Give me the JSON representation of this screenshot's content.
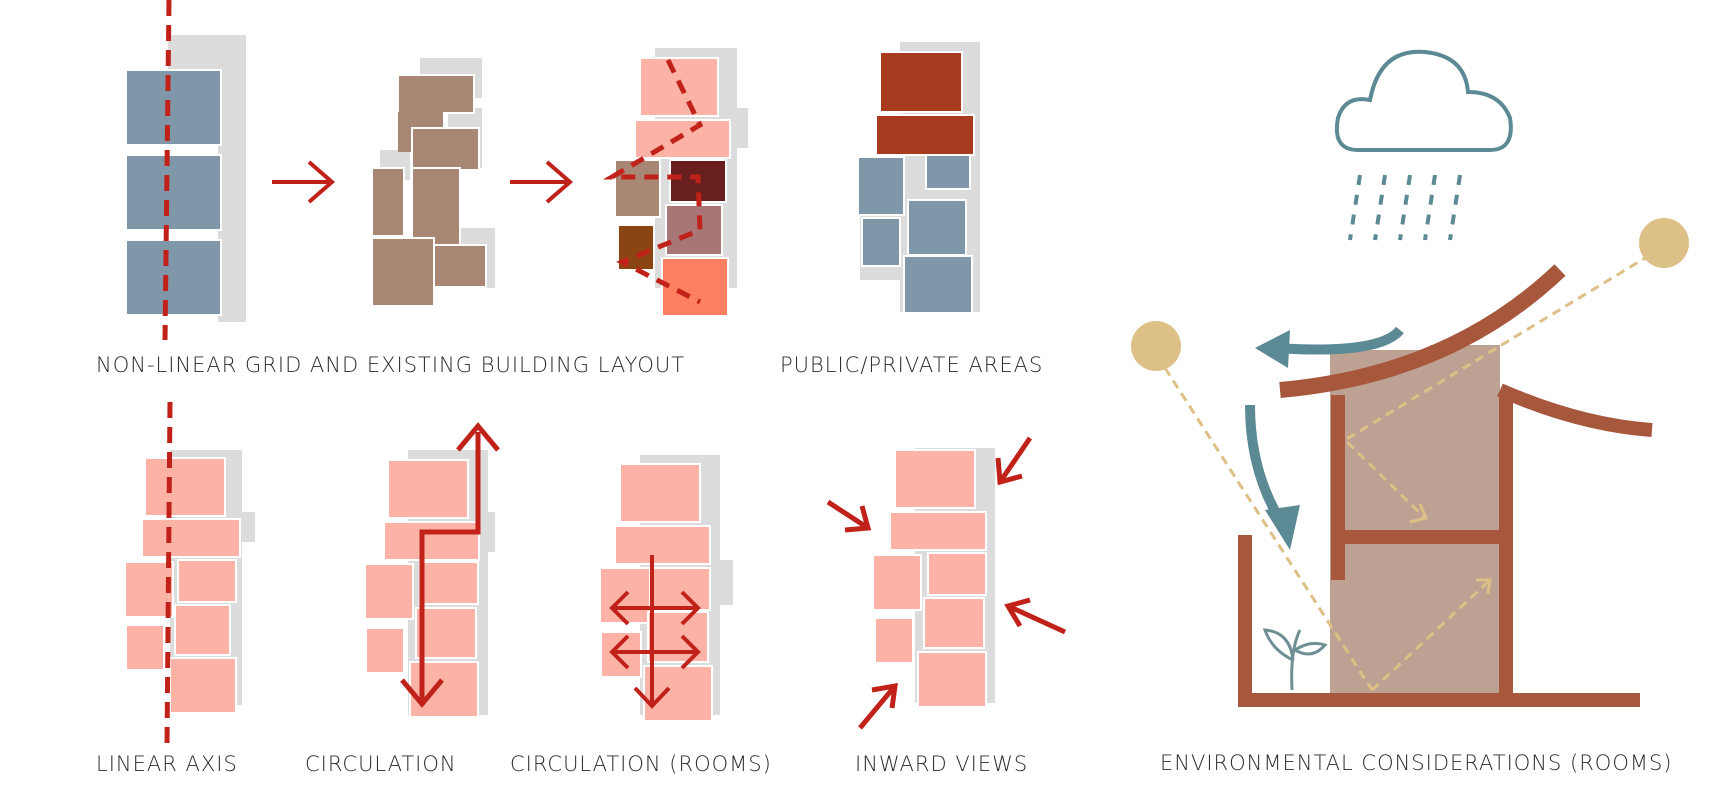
{
  "captions": {
    "grid": "NON-LINEAR GRID AND EXISTING BUILDING LAYOUT",
    "public_private": "PUBLIC/PRIVATE AREAS",
    "linear_axis": "LINEAR AXIS",
    "circulation": "CIRCULATION",
    "circulation_rooms": "CIRCULATION (ROOMS)",
    "inward_views": "INWARD VIEWS",
    "environmental": "ENVIRONMENTAL CONSIDERATIONS (ROOMS)"
  },
  "colors": {
    "axis_red": "#c0221a",
    "slate_blue": "#7f97a8",
    "shadow_gray": "#dcdcdc",
    "taupe": "#a98775",
    "salmon": "#fdb2a6",
    "rust": "#a83a20",
    "dark_maroon": "#6a1f1f",
    "mauve": "#a97676",
    "brown": "#8b4513",
    "coral": "#ff7f62",
    "teal": "#5b8a94",
    "roof_brown": "#a6573c",
    "interior_taupe": "#bda193",
    "sun_gold": "#dcc086"
  },
  "icons": [
    "rain-cloud-icon",
    "sun-icon",
    "plant-icon"
  ]
}
